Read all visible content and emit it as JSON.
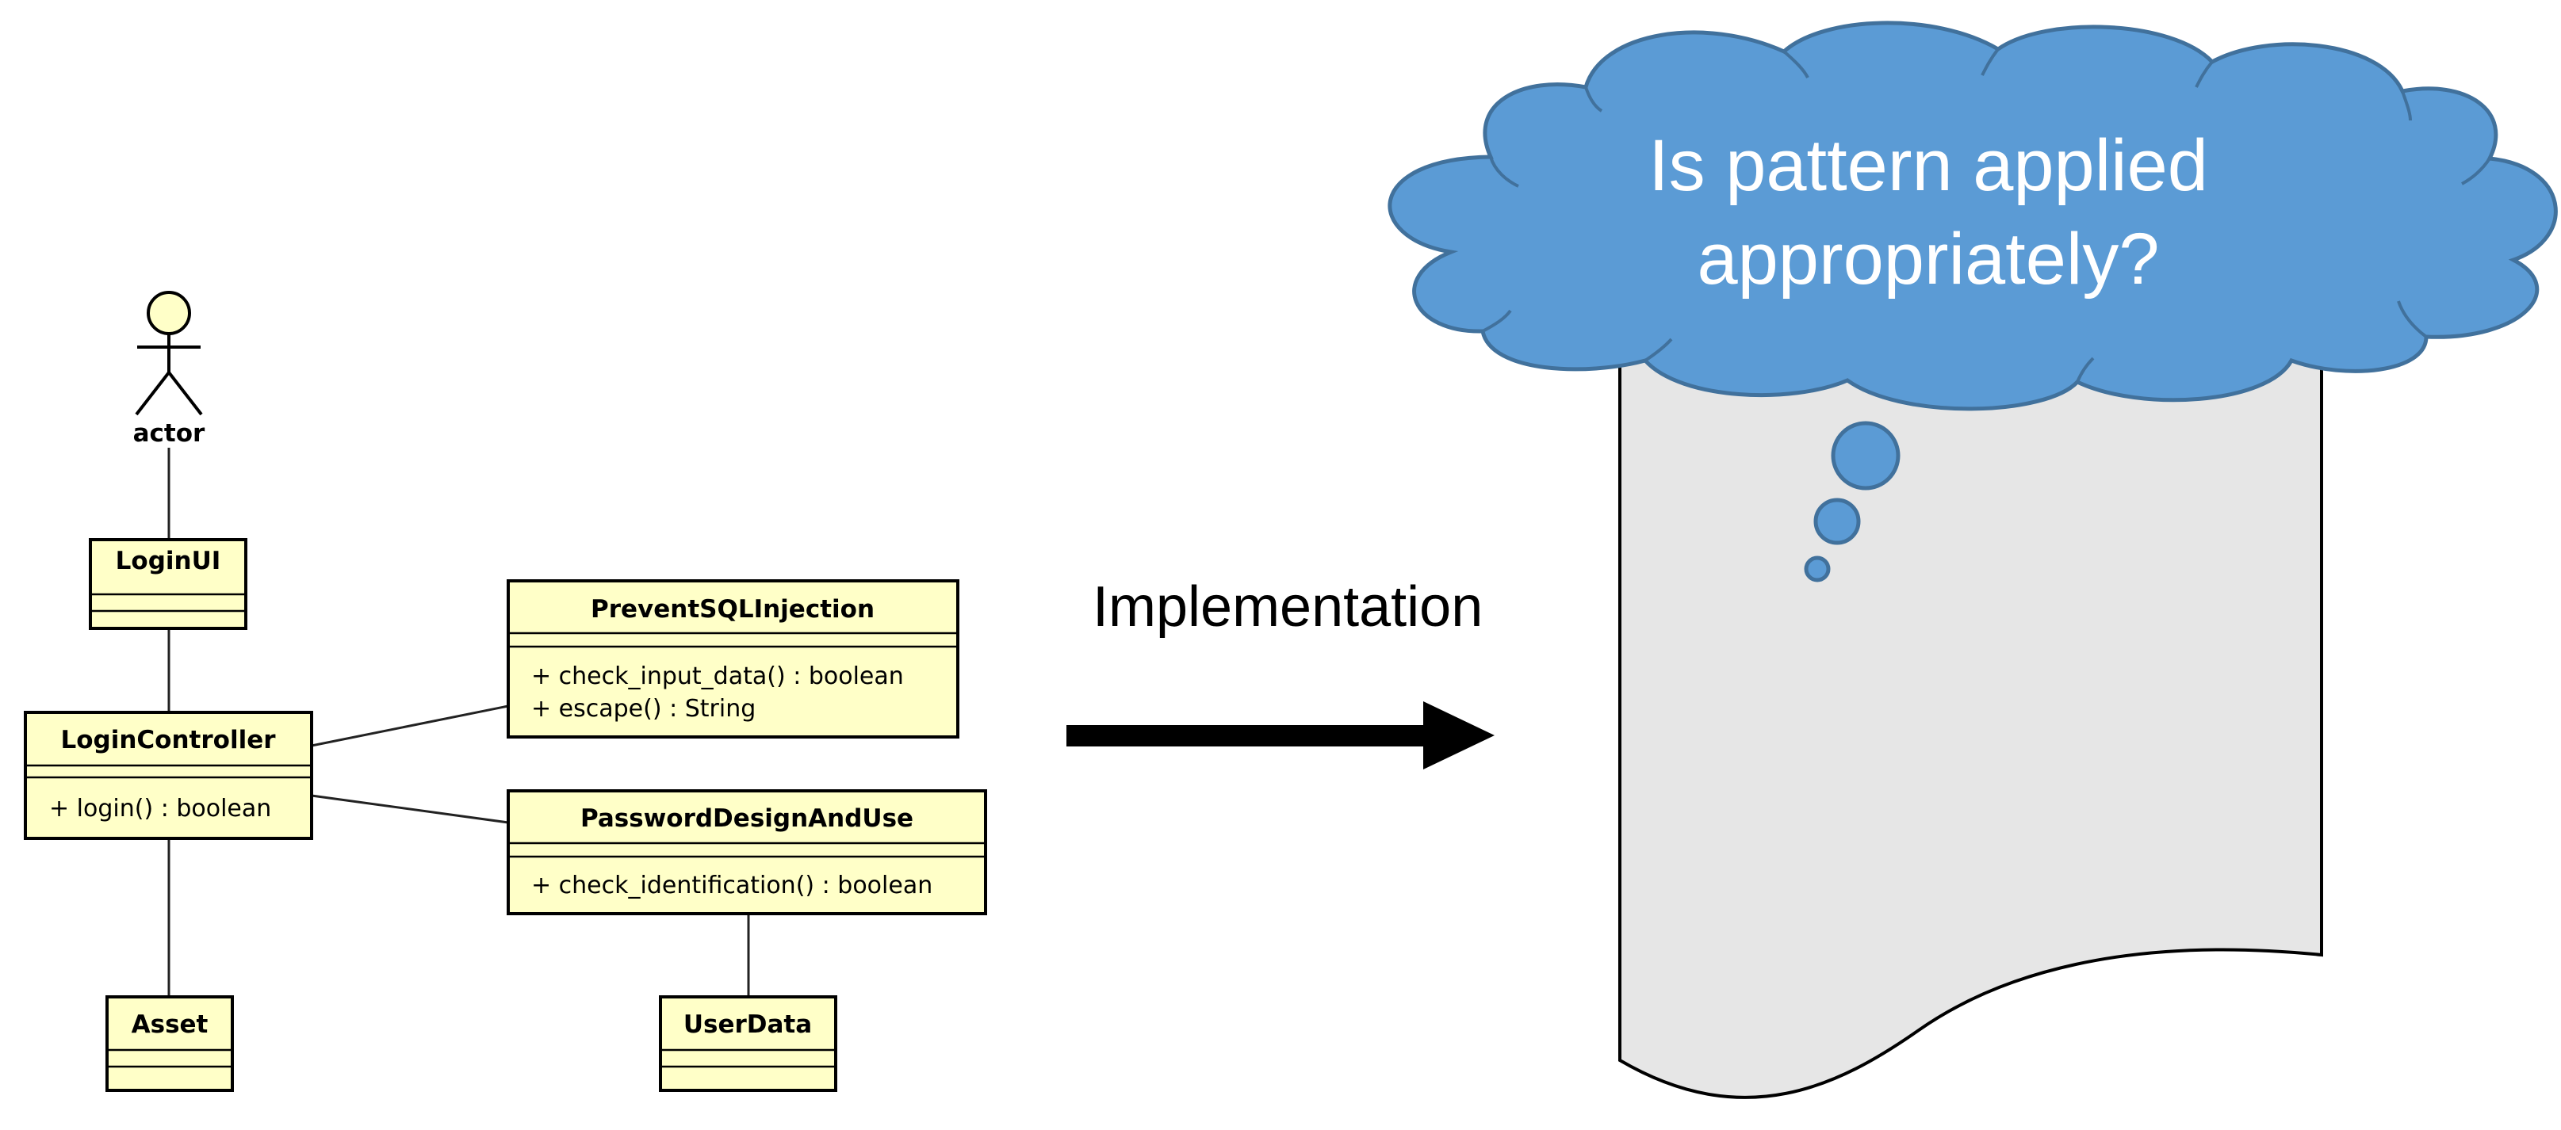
{
  "uml": {
    "actor_label": "actor",
    "classes": {
      "login_ui": {
        "name": "LoginUI"
      },
      "login_controller": {
        "name": "LoginController",
        "operations": [
          "+ login() : boolean"
        ]
      },
      "prevent_sql_injection": {
        "name": "PreventSQLInjection",
        "operations": [
          "+ check_input_data() : boolean",
          "+ escape() : String"
        ]
      },
      "password_design": {
        "name": "PasswordDesignAndUse",
        "operations": [
          "+ check_identification() : boolean"
        ]
      },
      "asset": {
        "name": "Asset"
      },
      "user_data": {
        "name": "UserData"
      }
    }
  },
  "arrow": {
    "label": "Implementation"
  },
  "thought": {
    "line1": "Is pattern applied",
    "line2": "appropriately?"
  },
  "colors": {
    "class_fill": "#ffffc8",
    "cloud_fill": "#5b9bd5",
    "cloud_stroke": "#41719c",
    "document_fill": "#e6e6e6"
  }
}
